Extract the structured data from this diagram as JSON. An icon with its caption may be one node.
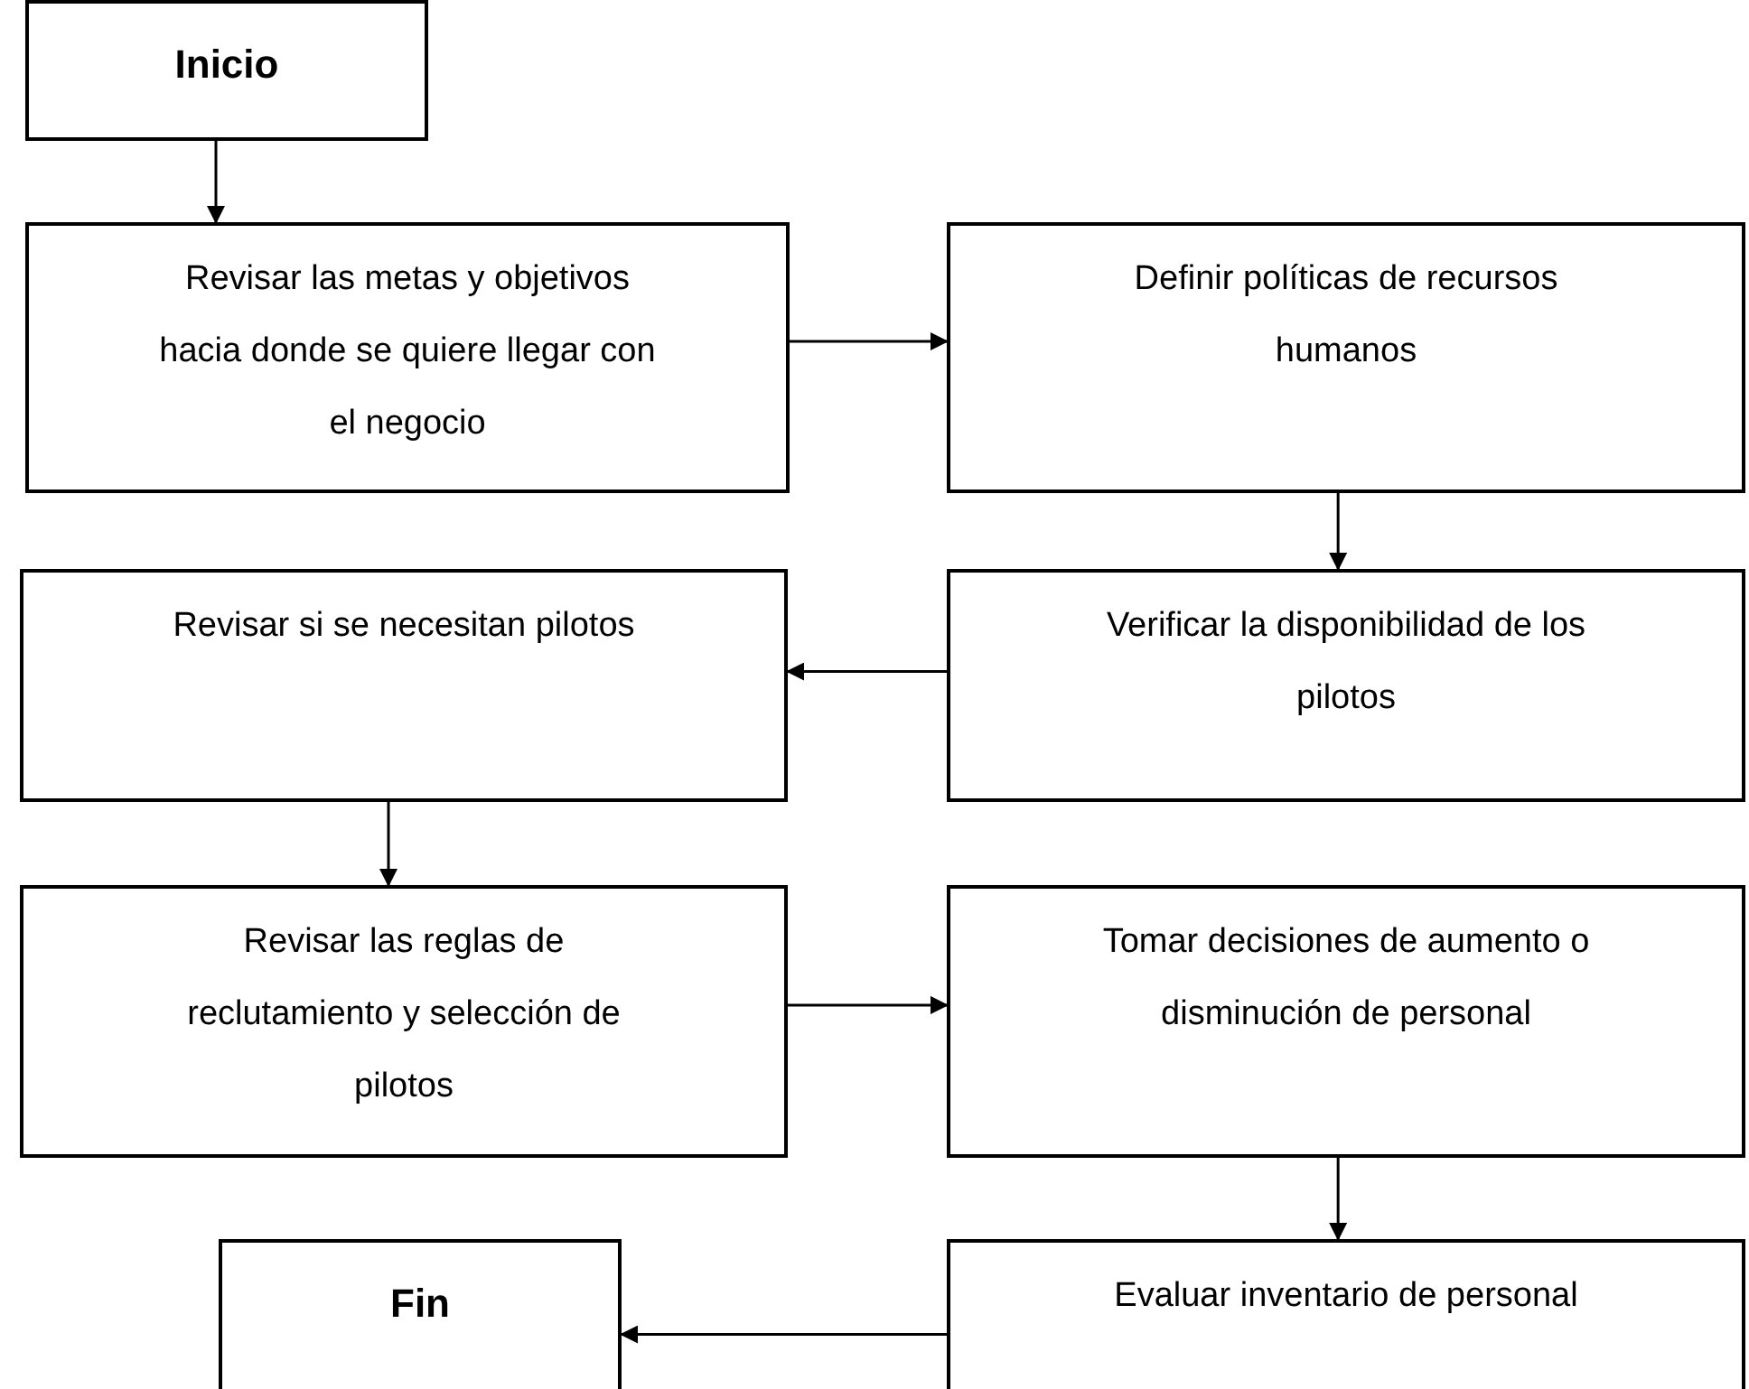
{
  "diagram": {
    "nodes": [
      {
        "text": [
          "Inicio"
        ]
      },
      {
        "text": [
          "Revisar las metas y objetivos hacia donde se quiere llegar con el negocio"
        ]
      },
      {
        "text": [
          "Definir políticas de recursos humanos"
        ]
      },
      {
        "text": [
          "Revisar si se necesitan pilotos"
        ]
      },
      {
        "text": [
          "Verificar la disponibilidad de los pilotos"
        ]
      },
      {
        "text": [
          "Revisar las reglas de reclutamiento y selección de pilotos"
        ]
      },
      {
        "text": [
          "Tomar decisiones de aumento o disminución de personal"
        ]
      },
      {
        "text": [
          "Fin"
        ]
      },
      {
        "text": [
          "Evaluar inventario de personal"
        ]
      }
    ],
    "edges": [
      {
        "from": 0,
        "to": 1,
        "arrow": "to"
      },
      {
        "from": 1,
        "to": 2,
        "arrow": "to"
      },
      {
        "from": 2,
        "to": 4,
        "arrow": "to"
      },
      {
        "from": 4,
        "to": 3,
        "arrow": "to"
      },
      {
        "from": 3,
        "to": 5,
        "arrow": "to"
      },
      {
        "from": 5,
        "to": 6,
        "arrow": "to"
      },
      {
        "from": 6,
        "to": 8,
        "arrow": "to"
      },
      {
        "from": 8,
        "to": 7,
        "arrow": "to"
      }
    ]
  }
}
